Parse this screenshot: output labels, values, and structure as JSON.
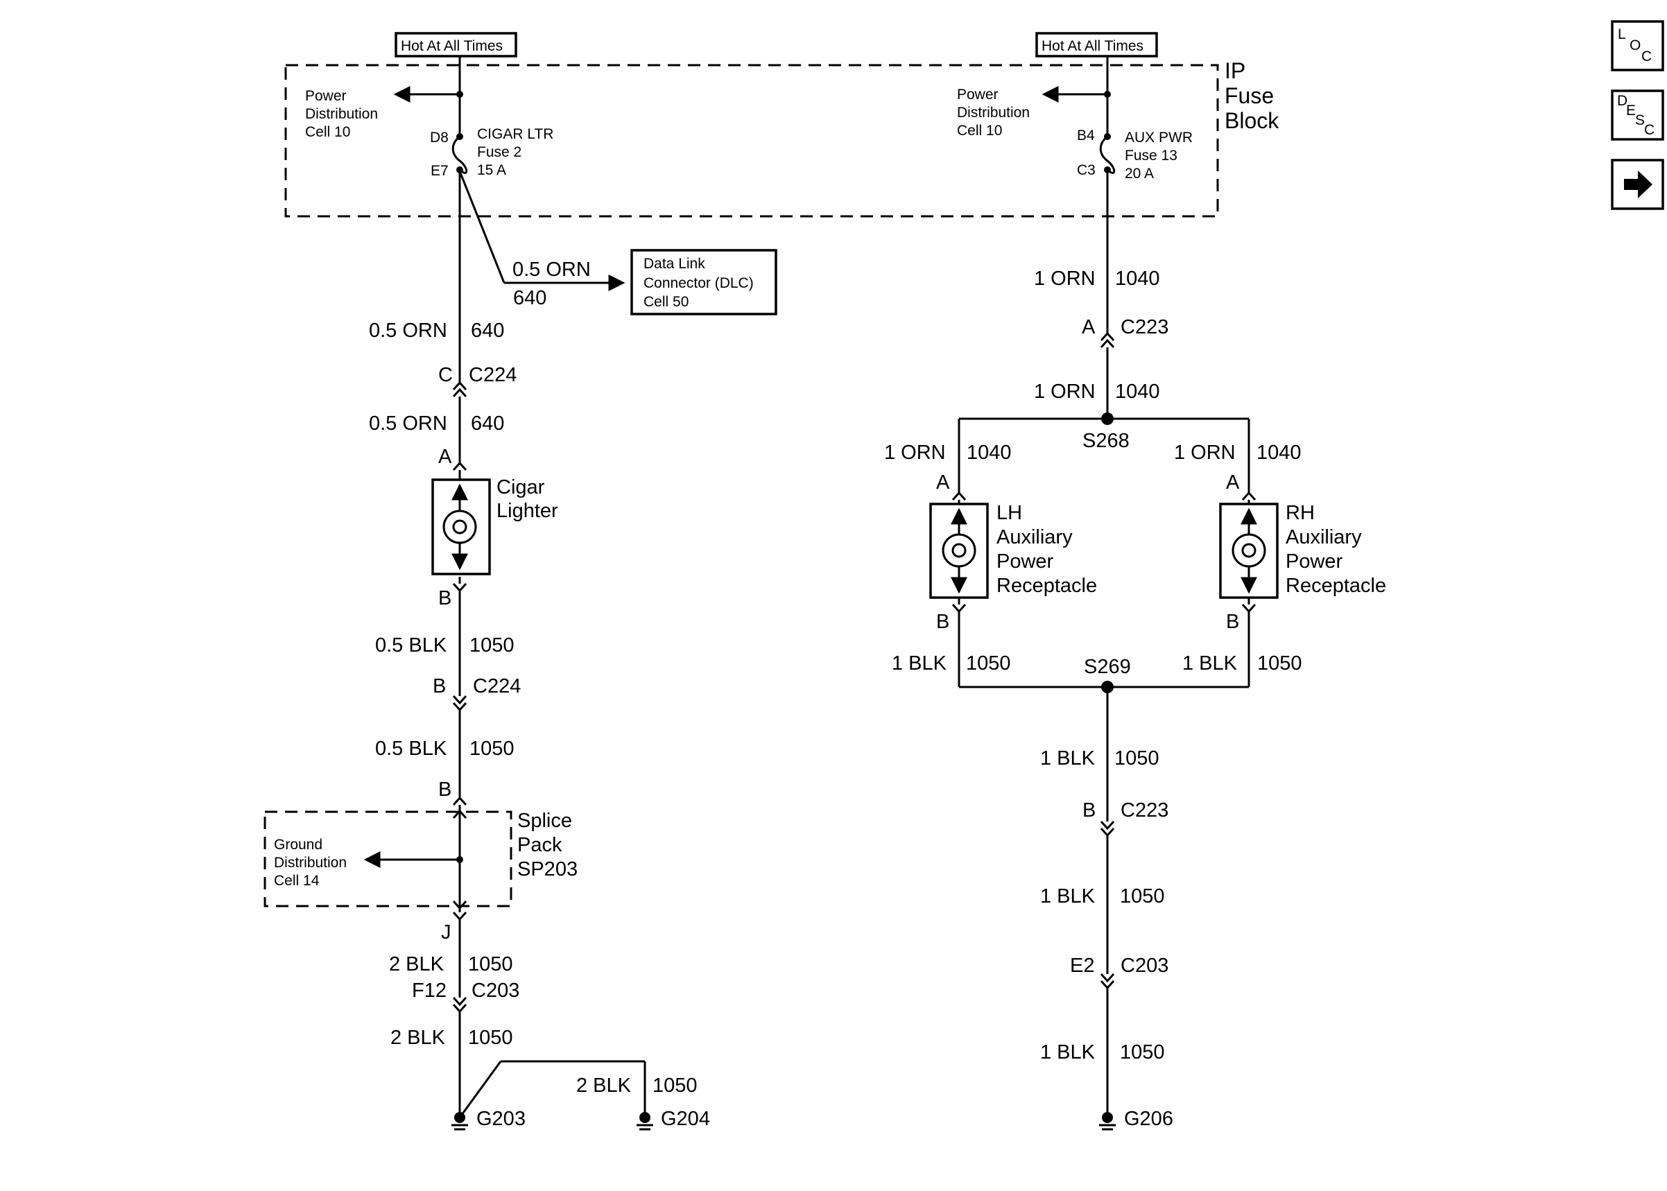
{
  "supply": {
    "left": "Hot At All Times",
    "right": "Hot At All Times"
  },
  "fuse_block": {
    "label_1": "IP",
    "label_2": "Fuse",
    "label_3": "Block"
  },
  "left_fuse": {
    "pd_1": "Power",
    "pd_2": "Distribution",
    "pd_3": "Cell 10",
    "pin_top": "D8",
    "pin_bottom": "E7",
    "name": "CIGAR LTR",
    "fuse": "Fuse 2",
    "rating": "15 A"
  },
  "right_fuse": {
    "pd_1": "Power",
    "pd_2": "Distribution",
    "pd_3": "Cell 10",
    "pin_top": "B4",
    "pin_bottom": "C3",
    "name": "AUX PWR",
    "fuse": "Fuse 13",
    "rating": "20 A"
  },
  "dlc": {
    "wire": "0.5 ORN",
    "circuit": "640",
    "line_1": "Data Link",
    "line_2": "Connector (DLC)",
    "line_3": "Cell 50"
  },
  "left_circuit": {
    "w1_color": "0.5 ORN",
    "w1_num": "640",
    "c224_pin_c": "C",
    "c224": "C224",
    "w2_color": "0.5 ORN",
    "w2_num": "640",
    "lighter_pin_a": "A",
    "lighter_1": "Cigar",
    "lighter_2": "Lighter",
    "lighter_pin_b": "B",
    "w3_color": "0.5 BLK",
    "w3_num": "1050",
    "c224_pin_b": "B",
    "c224_b": "C224",
    "w4_color": "0.5 BLK",
    "w4_num": "1050",
    "sp_pin_b": "B",
    "sp_1": "Splice",
    "sp_2": "Pack",
    "sp_3": "SP203",
    "gd_1": "Ground",
    "gd_2": "Distribution",
    "gd_3": "Cell 14",
    "sp_pin_j": "J",
    "w5_color": "2 BLK",
    "w5_num": "1050",
    "c203_pin": "F12",
    "c203": "C203",
    "w6_color": "2 BLK",
    "w6_num": "1050",
    "w7_color": "2 BLK",
    "w7_num": "1050",
    "g203": "G203",
    "g204": "G204"
  },
  "right_circuit": {
    "w1_color": "1 ORN",
    "w1_num": "1040",
    "c223_pin_a": "A",
    "c223": "C223",
    "w2_color": "1 ORN",
    "w2_num": "1040",
    "s268": "S268",
    "lh_w_color": "1 ORN",
    "lh_w_num": "1040",
    "rh_w_color": "1 ORN",
    "rh_w_num": "1040",
    "lh_pin_a": "A",
    "rh_pin_a": "A",
    "lh_1": "LH",
    "lh_2": "Auxiliary",
    "lh_3": "Power",
    "lh_4": "Receptacle",
    "rh_1": "RH",
    "rh_2": "Auxiliary",
    "rh_3": "Power",
    "rh_4": "Receptacle",
    "lh_pin_b": "B",
    "rh_pin_b": "B",
    "lh_g_color": "1 BLK",
    "lh_g_num": "1050",
    "rh_g_color": "1 BLK",
    "rh_g_num": "1050",
    "s269": "S269",
    "w3_color": "1 BLK",
    "w3_num": "1050",
    "c223_pin_b": "B",
    "c223_b": "C223",
    "w4_color": "1 BLK",
    "w4_num": "1050",
    "c203_pin": "E2",
    "c203": "C203",
    "w5_color": "1 BLK",
    "w5_num": "1050",
    "g206": "G206"
  },
  "nav": {
    "loc_1": "L",
    "loc_2": "O",
    "loc_3": "C",
    "desc_1": "D",
    "desc_2": "E",
    "desc_3": "S",
    "desc_4": "C"
  }
}
